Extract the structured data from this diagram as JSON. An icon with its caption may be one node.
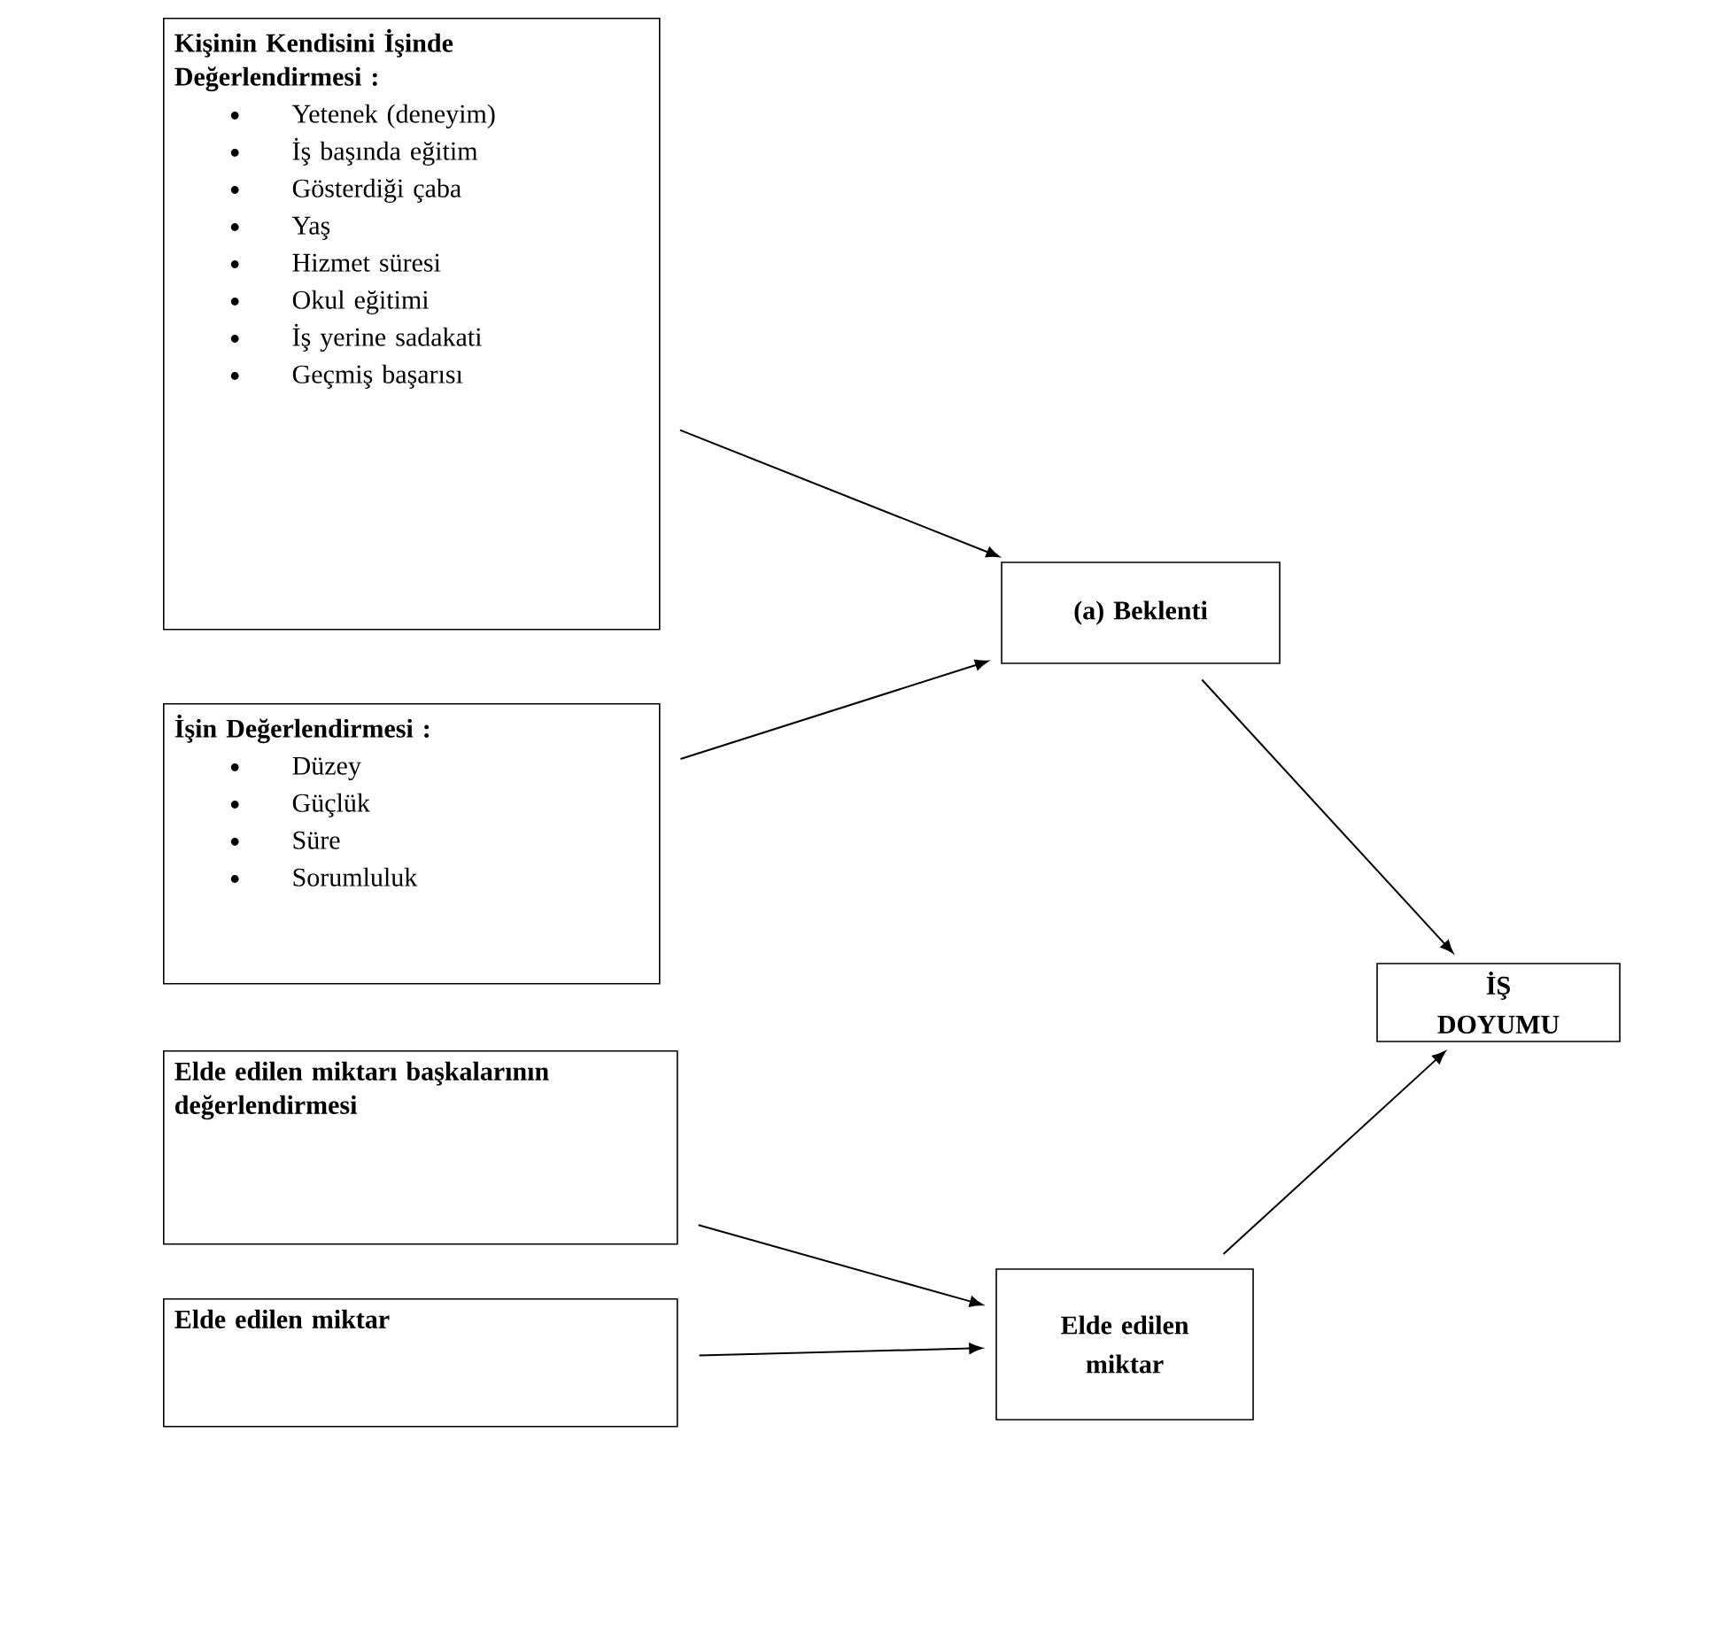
{
  "diagram": {
    "nodes": [
      {
        "text": [
          "Kişinin Kendisini İşinde Değerlendirmesi :",
          "Yetenek (deneyim)",
          "İş başında eğitim",
          "Gösterdiği çaba",
          "Yaş",
          "Hizmet süresi",
          "Okul eğitimi",
          "İş yerine sadakati",
          "Geçmiş başarısı"
        ]
      },
      {
        "text": [
          "İşin Değerlendirmesi :",
          "Düzey",
          "Güçlük",
          "Süre",
          "Sorumluluk"
        ]
      },
      {
        "text": [
          "Elde edilen miktarı başkalarının değerlendirmesi"
        ]
      },
      {
        "text": [
          "Elde edilen miktar"
        ]
      },
      {
        "text": [
          "(a) Beklenti"
        ]
      },
      {
        "text": [
          "Elde edilen miktar"
        ]
      },
      {
        "text": [
          "İŞ DOYUMU"
        ]
      }
    ],
    "edges": [
      {
        "from": 0,
        "to": 4,
        "arrow": "to"
      },
      {
        "from": 1,
        "to": 4,
        "arrow": "to"
      },
      {
        "from": 4,
        "to": 6,
        "arrow": "to"
      },
      {
        "from": 2,
        "to": 5,
        "arrow": "to"
      },
      {
        "from": 3,
        "to": 5,
        "arrow": "to"
      },
      {
        "from": 5,
        "to": 6,
        "arrow": "to"
      }
    ]
  }
}
